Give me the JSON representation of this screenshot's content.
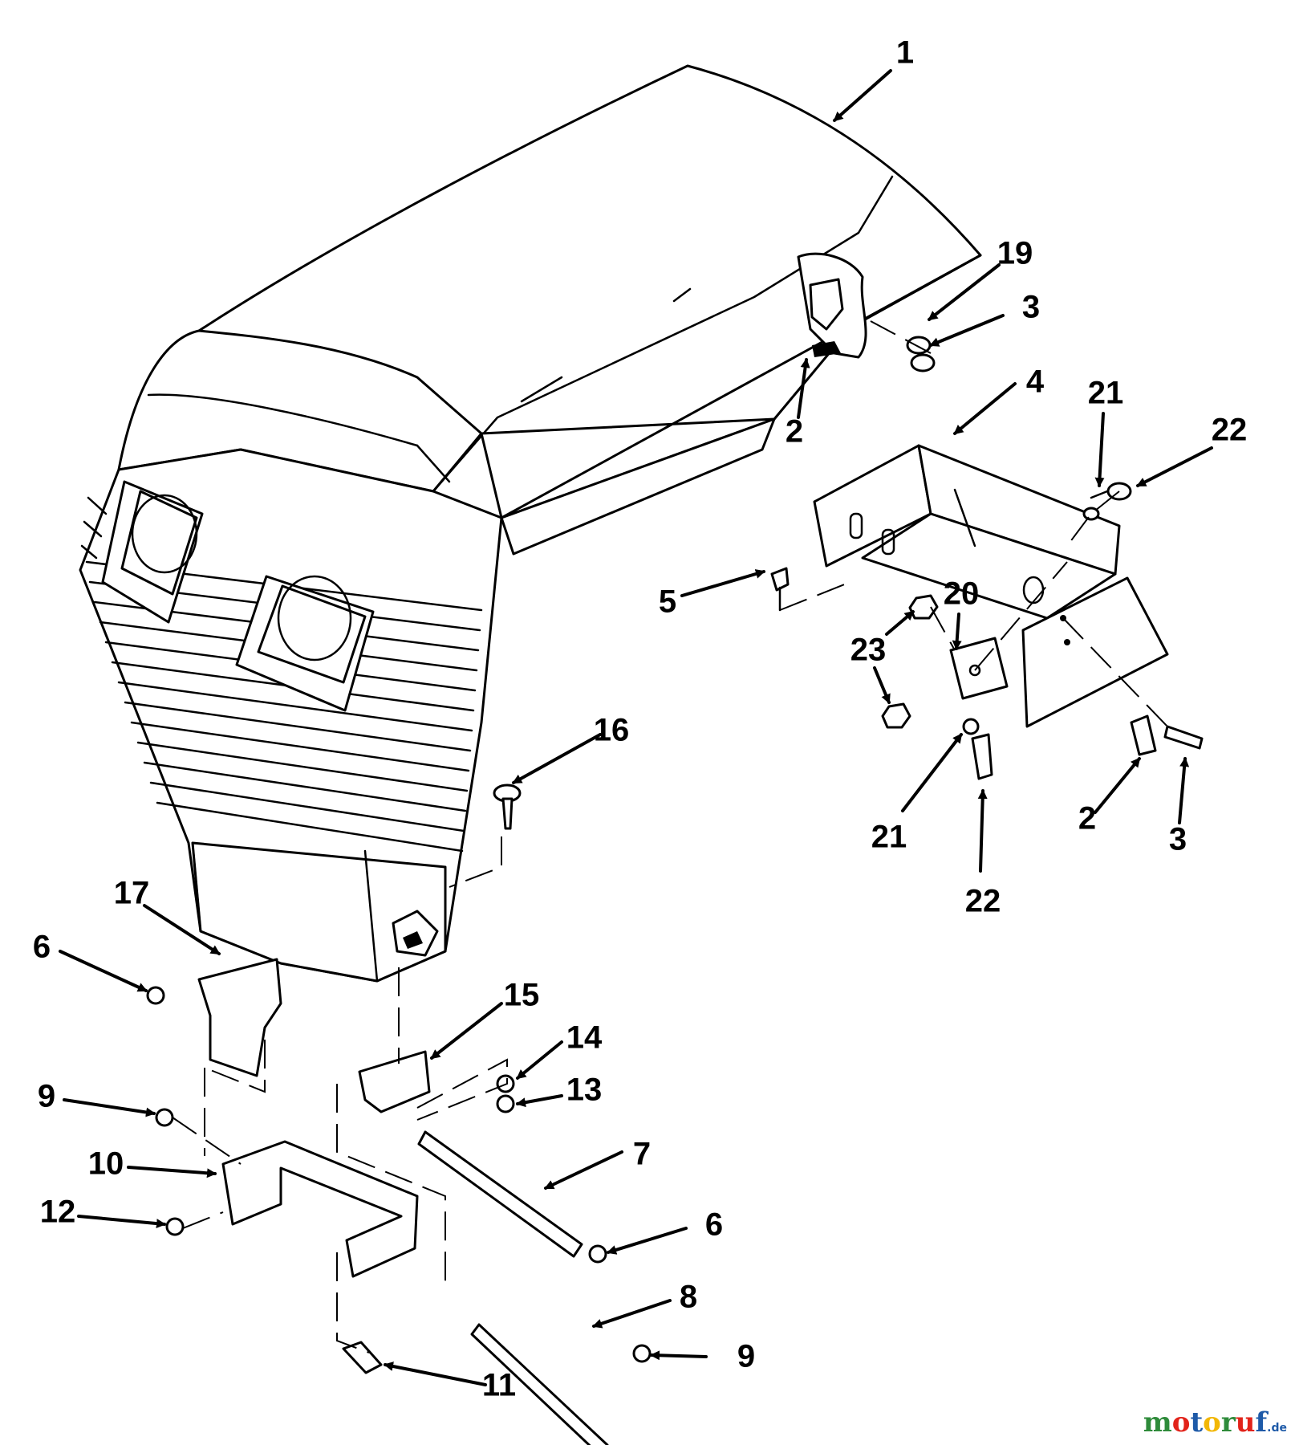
{
  "diagram": {
    "callouts": [
      {
        "id": "1",
        "text": "1"
      },
      {
        "id": "19",
        "text": "19"
      },
      {
        "id": "3a",
        "text": "3"
      },
      {
        "id": "2a",
        "text": "2"
      },
      {
        "id": "4",
        "text": "4"
      },
      {
        "id": "21a",
        "text": "21"
      },
      {
        "id": "22a",
        "text": "22"
      },
      {
        "id": "5",
        "text": "5"
      },
      {
        "id": "20",
        "text": "20"
      },
      {
        "id": "23",
        "text": "23"
      },
      {
        "id": "21b",
        "text": "21"
      },
      {
        "id": "22b",
        "text": "22"
      },
      {
        "id": "2b",
        "text": "2"
      },
      {
        "id": "3b",
        "text": "3"
      },
      {
        "id": "16",
        "text": "16"
      },
      {
        "id": "17",
        "text": "17"
      },
      {
        "id": "6a",
        "text": "6"
      },
      {
        "id": "15",
        "text": "15"
      },
      {
        "id": "14",
        "text": "14"
      },
      {
        "id": "13",
        "text": "13"
      },
      {
        "id": "9a",
        "text": "9"
      },
      {
        "id": "10",
        "text": "10"
      },
      {
        "id": "7",
        "text": "7"
      },
      {
        "id": "12",
        "text": "12"
      },
      {
        "id": "6b",
        "text": "6"
      },
      {
        "id": "8",
        "text": "8"
      },
      {
        "id": "9b",
        "text": "9"
      },
      {
        "id": "11",
        "text": "11"
      }
    ]
  },
  "watermark": {
    "letters": [
      {
        "char": "m",
        "color": "#2e8b3a"
      },
      {
        "char": "o",
        "color": "#e2231a"
      },
      {
        "char": "t",
        "color": "#1e5aa8"
      },
      {
        "char": "o",
        "color": "#f2b705"
      },
      {
        "char": "r",
        "color": "#2e8b3a"
      },
      {
        "char": "u",
        "color": "#e2231a"
      },
      {
        "char": "f",
        "color": "#1e5aa8"
      }
    ],
    "suffix": ".de"
  }
}
